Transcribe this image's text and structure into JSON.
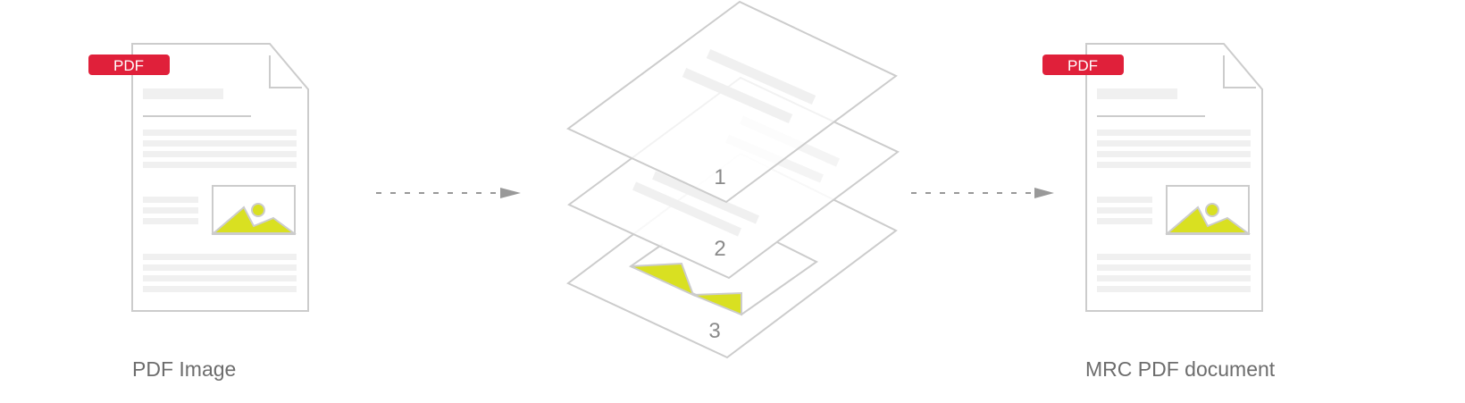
{
  "colors": {
    "badge": "#e0203a",
    "outline": "#cccccc",
    "text_bar": "#f0f0f0",
    "image_fill": "#d9e021",
    "arrow": "#999999"
  },
  "left_document": {
    "badge": "PDF",
    "caption": "PDF Image"
  },
  "right_document": {
    "badge": "PDF",
    "caption": "MRC PDF document"
  },
  "layers": [
    {
      "label": "1"
    },
    {
      "label": "2"
    },
    {
      "label": "3"
    }
  ]
}
